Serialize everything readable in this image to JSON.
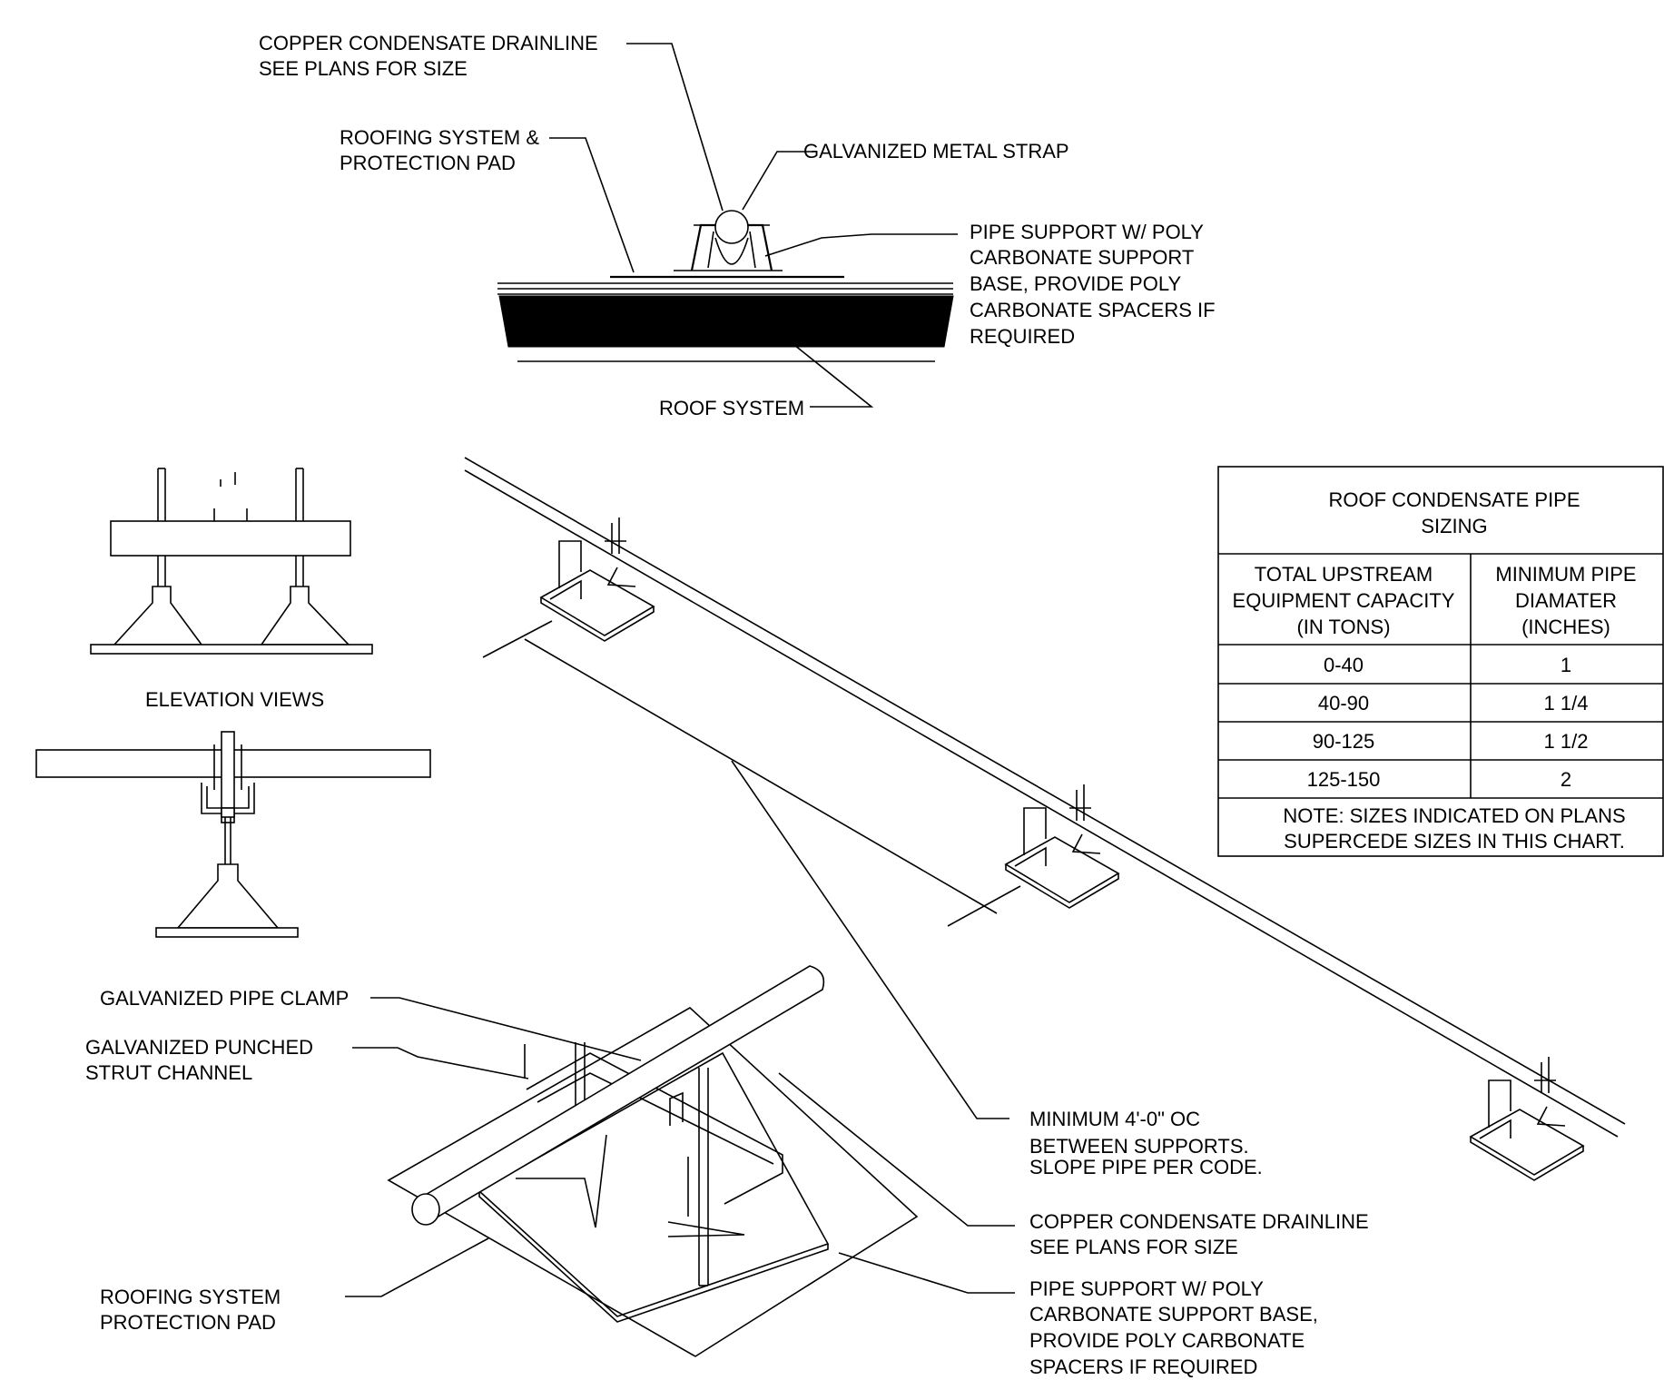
{
  "section_labels": {
    "drainline": [
      "COPPER CONDENSATE DRAINLINE",
      "SEE PLANS FOR SIZE"
    ],
    "roofing": [
      "ROOFING SYSTEM &",
      "PROTECTION PAD"
    ],
    "strap": "GALVANIZED METAL STRAP",
    "support": [
      "PIPE SUPPORT W/ POLY",
      "CARBONATE SUPPORT",
      "BASE, PROVIDE POLY",
      "CARBONATE SPACERS IF",
      "REQUIRED"
    ],
    "roof_system": "ROOF SYSTEM"
  },
  "elevation_label": "ELEVATION VIEWS",
  "iso_labels": {
    "clamp": "GALVANIZED PIPE  CLAMP",
    "strut": [
      "GALVANIZED PUNCHED",
      "STRUT CHANNEL"
    ],
    "pad": [
      "ROOFING SYSTEM",
      "PROTECTION PAD"
    ],
    "spacing": [
      "MINIMUM 4'-0\" OC",
      "BETWEEN SUPPORTS.",
      "SLOPE PIPE PER CODE."
    ],
    "drainline": [
      "COPPER CONDENSATE DRAINLINE",
      "SEE PLANS FOR SIZE"
    ],
    "support": [
      "PIPE SUPPORT W/ POLY",
      "CARBONATE SUPPORT BASE,",
      "PROVIDE POLY CARBONATE",
      "SPACERS IF REQUIRED"
    ]
  },
  "table": {
    "title": [
      "ROOF CONDENSATE PIPE",
      "SIZING"
    ],
    "col1_header": [
      "TOTAL UPSTREAM",
      "EQUIPMENT CAPACITY",
      "(IN TONS)"
    ],
    "col2_header": [
      "MINIMUM PIPE",
      "DIAMATER",
      "(INCHES)"
    ],
    "rows": [
      {
        "capacity": "0-40",
        "diameter": "1"
      },
      {
        "capacity": "40-90",
        "diameter": "1 1/4"
      },
      {
        "capacity": "90-125",
        "diameter": "1 1/2"
      },
      {
        "capacity": "125-150",
        "diameter": "2"
      }
    ],
    "note": [
      "NOTE: SIZES INDICATED ON PLANS",
      "SUPERCEDE SIZES IN THIS CHART."
    ]
  }
}
